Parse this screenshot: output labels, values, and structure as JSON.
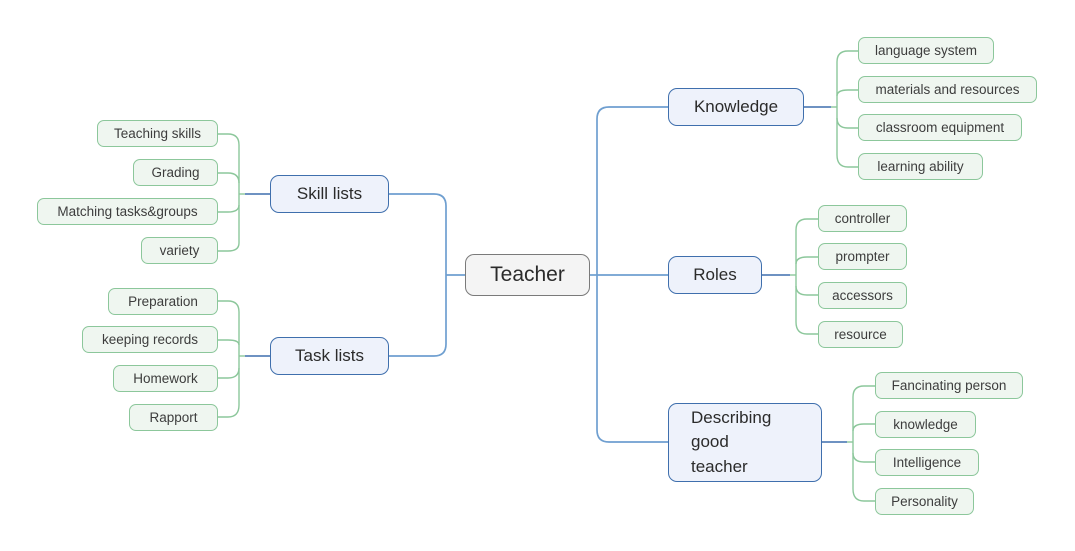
{
  "diagram": {
    "title": "Teacher mind map",
    "root": {
      "label": "Teacher"
    },
    "colors": {
      "root_fill": "#f4f4f4",
      "root_border": "#7a7a7a",
      "branch_fill": "#eef2fb",
      "branch_border": "#3f6fad",
      "leaf_fill": "#eff6f0",
      "leaf_border": "#8cc79b",
      "trunk_line": "#6f9fd0",
      "branch_line": "#3f6fad",
      "leaf_line": "#8cc79b",
      "text": "#2b2b2b",
      "background": "#ffffff"
    },
    "branches": [
      {
        "label": "Skill lists",
        "side": "left",
        "children": [
          {
            "label": "Teaching skills"
          },
          {
            "label": "Grading"
          },
          {
            "label": "Matching tasks&groups"
          },
          {
            "label": "variety"
          }
        ]
      },
      {
        "label": "Task lists",
        "side": "left",
        "children": [
          {
            "label": "Preparation"
          },
          {
            "label": "keeping records"
          },
          {
            "label": "Homework"
          },
          {
            "label": "Rapport"
          }
        ]
      },
      {
        "label": "Knowledge",
        "side": "right",
        "children": [
          {
            "label": "language system"
          },
          {
            "label": "materials and resources"
          },
          {
            "label": "classroom equipment"
          },
          {
            "label": "learning ability"
          }
        ]
      },
      {
        "label": "Roles",
        "side": "right",
        "children": [
          {
            "label": "controller"
          },
          {
            "label": "prompter"
          },
          {
            "label": "accessors"
          },
          {
            "label": "resource"
          }
        ]
      },
      {
        "label": "Describing\ngood\nteacher",
        "side": "right",
        "children": [
          {
            "label": "Fancinating person"
          },
          {
            "label": "knowledge"
          },
          {
            "label": "Intelligence"
          },
          {
            "label": "Personality"
          }
        ]
      }
    ]
  }
}
